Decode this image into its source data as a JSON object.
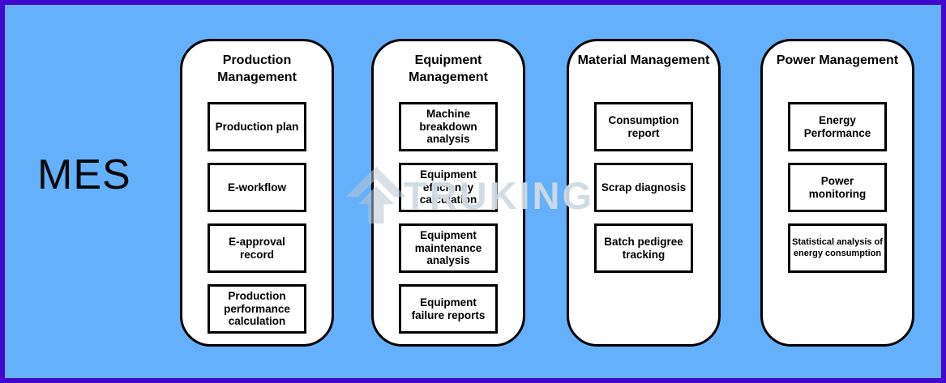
{
  "diagram": {
    "title": "MES",
    "watermark": {
      "brand": "TRUKING"
    },
    "columns": [
      {
        "title": "Production Management",
        "items": [
          "Production plan",
          "E-workflow",
          "E-approval record",
          "Production performance calculation"
        ]
      },
      {
        "title": "Equipment Management",
        "items": [
          "Machine breakdown analysis",
          "Equipment efficiency calculation",
          "Equipment maintenance analysis",
          "Equipment failure reports"
        ]
      },
      {
        "title": "Material Management",
        "items": [
          "Consumption report",
          "Scrap diagnosis",
          "Batch pedigree tracking"
        ]
      },
      {
        "title": "Power Management",
        "items": [
          "Energy Performance",
          "Power monitoring",
          "Statistical analysis of energy consumption"
        ]
      }
    ],
    "colors": {
      "background": "#64b0fb",
      "frame_border": "#4206cf",
      "card_background": "#ffffff",
      "card_border": "#000000",
      "watermark_gray": "#cfdae2"
    }
  }
}
